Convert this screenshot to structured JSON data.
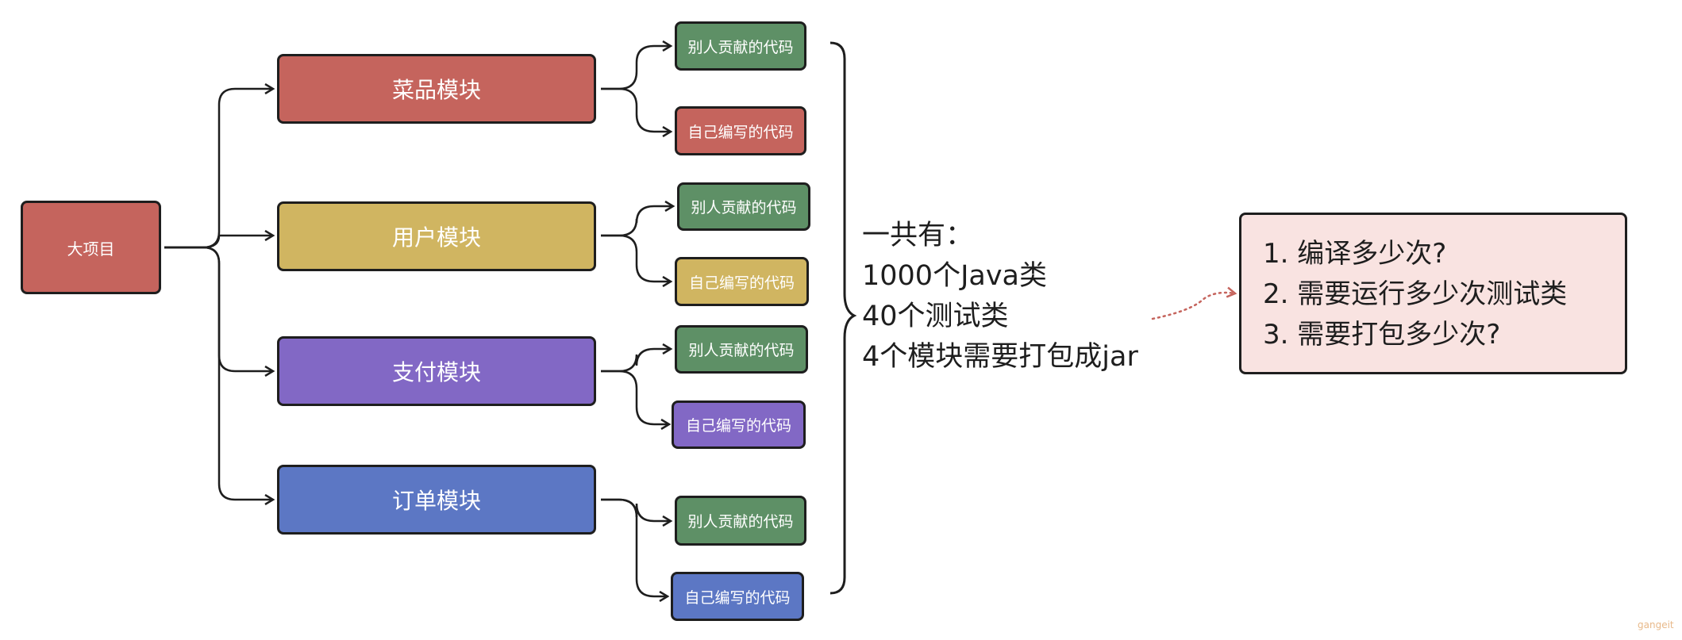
{
  "root": {
    "label": "大项目"
  },
  "modules": [
    {
      "label": "菜品模块",
      "color": "#c5645d",
      "children": [
        "别人贡献的代码",
        "自己编写的代码"
      ]
    },
    {
      "label": "用户模块",
      "color": "#d0b561",
      "children": [
        "别人贡献的代码",
        "自己编写的代码"
      ]
    },
    {
      "label": "支付模块",
      "color": "#8268c5",
      "children": [
        "别人贡献的代码",
        "自己编写的代码"
      ]
    },
    {
      "label": "订单模块",
      "color": "#5c77c4",
      "children": [
        "别人贡献的代码",
        "自己编写的代码"
      ]
    }
  ],
  "summary": {
    "lines": [
      "一共有：",
      "1000个Java类",
      "40个测试类",
      "4个模块需要打包成jar"
    ]
  },
  "questions": {
    "lines": [
      "1. 编译多少次?",
      "2. 需要运行多少次测试类",
      "3. 需要打包多少次?"
    ]
  },
  "watermark": "gangeit",
  "colors": {
    "contributed": "#5e9066",
    "question_bg": "#f9e3e1",
    "dotted_arrow": "#c5645d"
  }
}
